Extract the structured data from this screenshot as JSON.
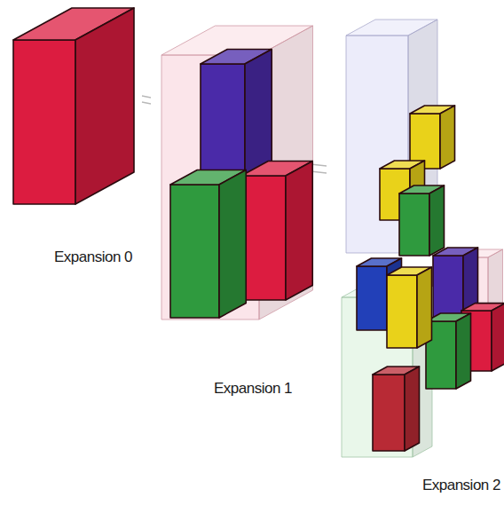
{
  "diagram": {
    "labels": [
      "Expansion 0",
      "Expansion 1",
      "Expansion 2"
    ]
  }
}
